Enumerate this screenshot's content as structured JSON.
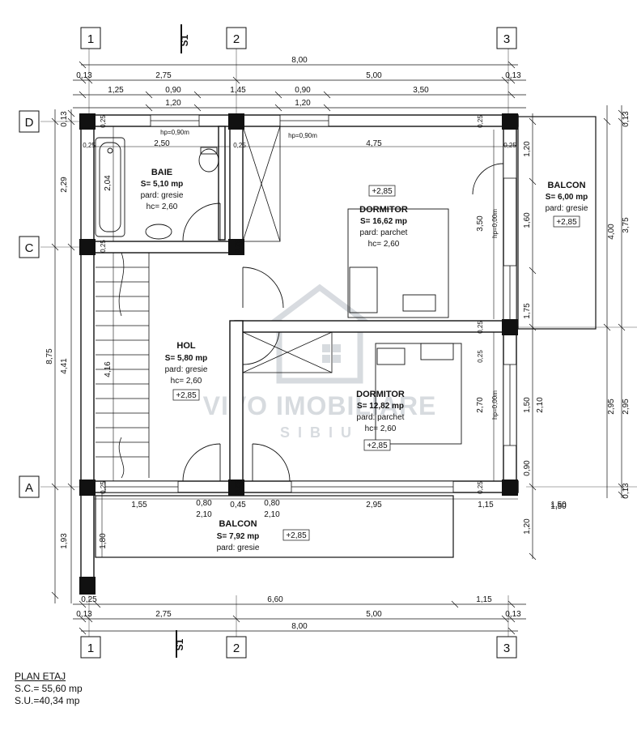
{
  "grid": {
    "columns": [
      "1",
      "2",
      "3"
    ],
    "rows": [
      "D",
      "C",
      "A"
    ],
    "section": "S1"
  },
  "dimensions": {
    "top_total": "8,00",
    "top_row1": [
      "0,13",
      "2,75",
      "5,00",
      "0,13"
    ],
    "top_row2": [
      "1,25",
      "0,90",
      "1,45",
      "0,90",
      "3,50"
    ],
    "top_row3": [
      "1,20",
      "1,20"
    ],
    "bottom_total": "8,00",
    "bottom_row1": [
      "0,25",
      "6,60",
      "1,15"
    ],
    "bottom_row2": [
      "0,13",
      "2,75",
      "5,00",
      "0,13"
    ],
    "left": [
      "0,13",
      "2,29",
      "8,75",
      "4,41",
      "1,93"
    ],
    "right": [
      "0,13",
      "3,75",
      "2,95",
      "0,13"
    ],
    "right_inner": [
      "4,00",
      "1,50"
    ],
    "interior": {
      "baie_width": "2,50",
      "baie_height": "2,04",
      "window_hp1": "hp=0,90m",
      "window_hp2": "hp=0,90m",
      "dormitor1_width": "4,75",
      "dormitor1_height": "3,50",
      "hp_zero_1": "hp=0,00m",
      "hp_zero_2": "hp=0,00m",
      "balcon_right_1": "1,20",
      "balcon_right_2": "1,60",
      "balcon_right_3": "1,75",
      "balcon_right_4": "2,10",
      "dormitor2_right_1": "2,70",
      "dormitor2_right_2": "1,50",
      "dormitor2_right_3": "0,90",
      "stair_height": "4,16",
      "wall_thk": [
        "0,25",
        "0,25",
        "0,25",
        "0,25",
        "0,25",
        "0,25",
        "0,25",
        "0,25",
        "0,25",
        "0,25",
        "0,25",
        "0,25"
      ],
      "bottom_openings": [
        "1,55",
        "0,80",
        "0,45",
        "0,80",
        "2,95",
        "1,15",
        "1,50"
      ],
      "door_heights": [
        "2,10",
        "2,10"
      ],
      "balcony_left_dim": "1,80",
      "balcony_right_dim": "1,20"
    }
  },
  "rooms": {
    "baie": {
      "name": "BAIE",
      "area": "S= 5,10 mp",
      "floor": "pard: gresie",
      "height": "hc= 2,60"
    },
    "dormitor1": {
      "name": "DORMITOR",
      "area": "S= 16,62 mp",
      "floor": "pard: parchet",
      "height": "hc= 2,60",
      "level": "+2,85"
    },
    "balcon_right": {
      "name": "BALCON",
      "area": "S= 6,00 mp",
      "floor": "pard: gresie",
      "level": "+2,85"
    },
    "hol": {
      "name": "HOL",
      "area": "S= 5,80 mp",
      "floor": "pard: gresie",
      "height": "hc= 2,60",
      "level": "+2,85"
    },
    "dormitor2": {
      "name": "DORMITOR",
      "area": "S= 12,82 mp",
      "floor": "pard: parchet",
      "height": "hc= 2,60",
      "level": "+2,85"
    },
    "balcon_bottom": {
      "name": "BALCON",
      "area": "S= 7,92 mp",
      "floor": "pard: gresie",
      "level": "+2,85"
    }
  },
  "watermark": {
    "line1": "VIVO IMOBILIARE",
    "line2": "SIBIU"
  },
  "footer": {
    "title": "PLAN ETAJ",
    "sc": "S.C.= 55,60 mp",
    "su": "S.U.=40,34 mp"
  },
  "colors": {
    "line": "#111111",
    "wall_fill": "#ffffff",
    "pillar": "#111111",
    "watermark": "#b8bec6"
  }
}
